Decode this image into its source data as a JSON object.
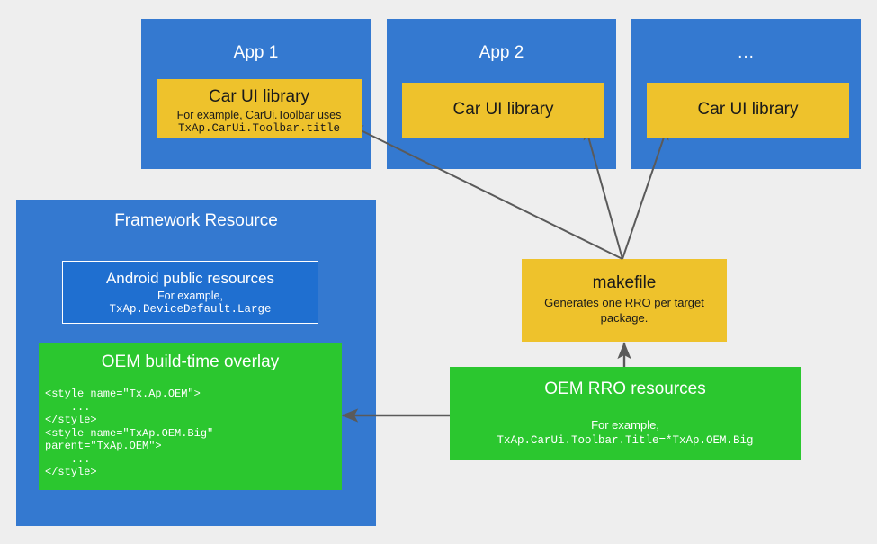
{
  "diagram": {
    "title": "Android Car UI library resource overlay flow",
    "colors": {
      "background": "#eeeeee",
      "blue": "#3479d0",
      "inner_blue": "#1f6fd0",
      "yellow": "#eec22c",
      "green": "#2bc72f",
      "arrow": "#5a5a5a",
      "text_light": "#ffffff",
      "text_dark": "#1a1a1a"
    }
  },
  "apps": [
    {
      "title": "App 1",
      "library": {
        "title": "Car UI library",
        "subtitle": "For example, CarUi.Toolbar uses",
        "code": "TxAp.CarUi.Toolbar.title"
      }
    },
    {
      "title": "App 2",
      "library": {
        "title": "Car UI library",
        "subtitle": "",
        "code": ""
      }
    },
    {
      "title": "...",
      "library": {
        "title": "Car UI library",
        "subtitle": "",
        "code": ""
      }
    }
  ],
  "framework": {
    "title": "Framework Resource",
    "public_resources": {
      "title": "Android public resources",
      "subtitle": "For example,",
      "code": "TxAp.DeviceDefault.Large"
    },
    "build_overlay": {
      "title": "OEM build-time overlay",
      "code": "<style name=\"Tx.Ap.OEM\">\n    ...\n</style>\n<style name=\"TxAp.OEM.Big\"\nparent=\"TxAp.OEM\">\n    ...\n</style>"
    }
  },
  "makefile": {
    "title": "makefile",
    "subtitle": "Generates one RRO per target package."
  },
  "rro": {
    "title": "OEM RRO resources",
    "subtitle": "For example,",
    "code": "TxAp.CarUi.Toolbar.Title=*TxAp.OEM.Big"
  }
}
